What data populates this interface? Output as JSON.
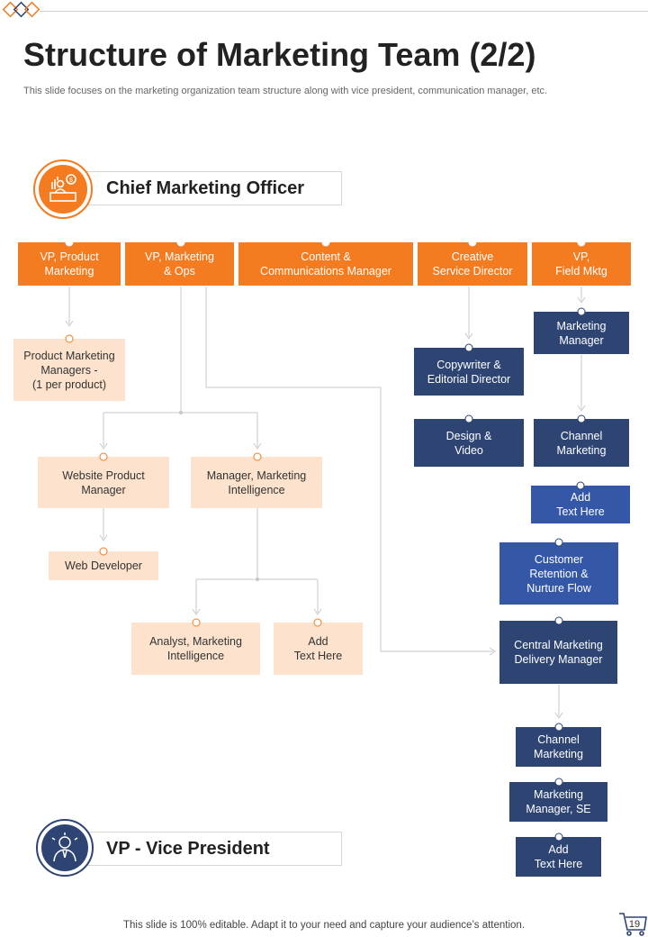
{
  "slide": {
    "title": "Structure of Marketing Team (2/2)",
    "subtitle": "This slide focuses on the marketing organization team structure along with vice president, communication manager, etc.",
    "footer": "This slide is 100% editable. Adapt it to your need and capture your audience’s attention.",
    "page_number": "19"
  },
  "headers": {
    "cmo": "Chief Marketing Officer",
    "vp": "VP - Vice President"
  },
  "top_row": {
    "vp_product": "VP, Product\nMarketing",
    "vp_marketing_ops": "VP, Marketing\n& Ops",
    "content_comm": "Content &\nCommunications Manager",
    "creative_service": "Creative\nService Director",
    "vp_field": "VP,\nField Mktg"
  },
  "peach_nodes": {
    "product_marketing_managers": "Product Marketing\nManagers -\n(1 per product)",
    "website_product_manager": "Website Product\nManager",
    "manager_marketing_intel": "Manager,  Marketing\nIntelligence",
    "web_developer": "Web Developer",
    "analyst_marketing_intel": "Analyst, Marketing\nIntelligence",
    "add_text_peach": "Add\nText Here"
  },
  "blue_nodes": {
    "copywriter": "Copywriter &\nEditorial Director",
    "design_video": "Design &\nVideo",
    "marketing_manager": "Marketing\nManager",
    "channel_marketing_1": "Channel\nMarketing",
    "add_text_1": "Add\nText Here",
    "customer_retention": "Customer\nRetention &\nNurture Flow",
    "central_delivery": "Central Marketing\nDelivery  Manager",
    "channel_marketing_2": "Channel\nMarketing",
    "marketing_manager_se": "Marketing\nManager, SE",
    "add_text_2": "Add\nText Here"
  },
  "colors": {
    "orange": "#f47b20",
    "peach": "#fde3cd",
    "navy": "#2e4473",
    "blue": "#3458a7"
  },
  "icons": {
    "cmo": "executive-desk-icon",
    "vp": "businessman-icon",
    "cart": "shopping-cart-icon"
  }
}
